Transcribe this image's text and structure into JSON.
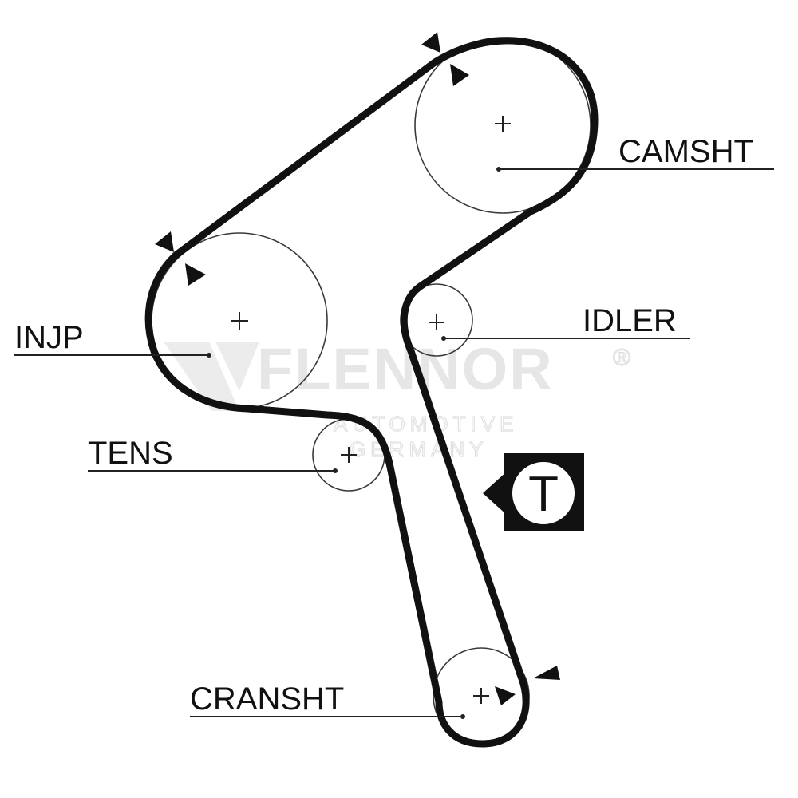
{
  "labels": {
    "camshaft": "CAMSHT",
    "injection_pump": "INJP",
    "idler": "IDLER",
    "tensioner": "TENS",
    "crankshaft": "CRANSHT"
  },
  "watermark": {
    "brand": "FLENNOR",
    "registered": "®",
    "line1": "AUTOMOTIVE",
    "line2": "GERMANY"
  },
  "tensioner_symbol": {
    "letter": "T"
  },
  "colors": {
    "belt": "#111111",
    "pulley": "#3a3a3a",
    "watermark": "#e6e6e6",
    "background": "#ffffff"
  }
}
